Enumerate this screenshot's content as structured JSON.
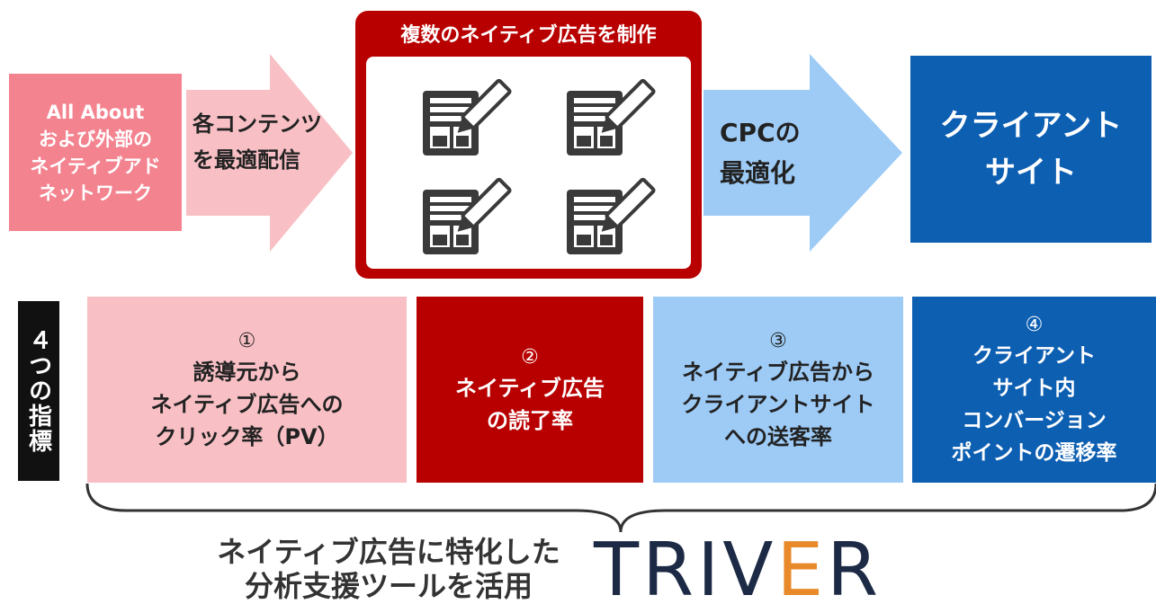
{
  "source": {
    "lines": [
      "All About",
      "および外部の",
      "ネイティブアド",
      "ネットワーク"
    ]
  },
  "arrow1": {
    "lines": [
      "各コンテンツ",
      "を最適配信"
    ]
  },
  "production": {
    "title": "複数のネイティブ広告を制作",
    "icon_name": "article-edit-icon"
  },
  "arrow2": {
    "lines": [
      "CPCの",
      "最適化"
    ]
  },
  "client": {
    "lines": [
      "クライアント",
      "サイト"
    ]
  },
  "metrics_label": "４つの指標",
  "metrics": [
    {
      "num": "①",
      "lines": [
        "誘導元から",
        "ネイティブ広告への",
        "クリック率（PV）"
      ]
    },
    {
      "num": "②",
      "lines": [
        "ネイティブ広告",
        "の読了率"
      ]
    },
    {
      "num": "③",
      "lines": [
        "ネイティブ広告から",
        "クライアントサイト",
        "への送客率"
      ]
    },
    {
      "num": "④",
      "lines": [
        "クライアント",
        "サイト内",
        "コンバージョン",
        "ポイントの遷移率"
      ]
    }
  ],
  "bottom": {
    "lines": [
      "ネイティブ広告に特化した",
      "分析支援ツールを活用"
    ]
  },
  "logo": {
    "text": "TRIVER",
    "text_before": "TRIV",
    "stylized_letter": "E",
    "text_after": "R"
  },
  "colors": {
    "source_pink": "#f3838f",
    "light_pink": "#f8c0c5",
    "dark_red": "#b90000",
    "light_blue": "#9dcbf6",
    "dark_blue": "#0d5fb2",
    "logo_navy": "#1d2a45",
    "logo_orange": "#e88a2a"
  }
}
